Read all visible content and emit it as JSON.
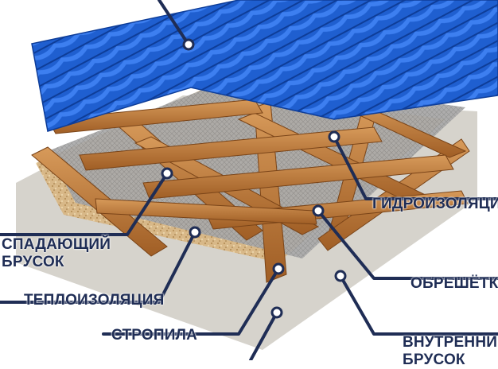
{
  "labels": {
    "waterproofing": "ГИДРОИЗОЛЯЦИЯ",
    "counter_batten_line1": "СПАДАЮЩИЙ",
    "counter_batten_line2": "БРУСОК",
    "lathing": "ОБРЕШЁТКА",
    "insulation": "ТЕПЛОИЗОЛЯЦИЯ",
    "rafters": "СТРОПИЛА",
    "inner_batten_line1": "ВНУТРЕННИЙ",
    "inner_batten_line2": "БРУСОК"
  },
  "colors": {
    "roof_tile": "#1f5fd0",
    "timber": "#b8712f",
    "membrane": "#9c9c9c",
    "insulation": "#d9b98a",
    "callout": "#1f2d55"
  }
}
